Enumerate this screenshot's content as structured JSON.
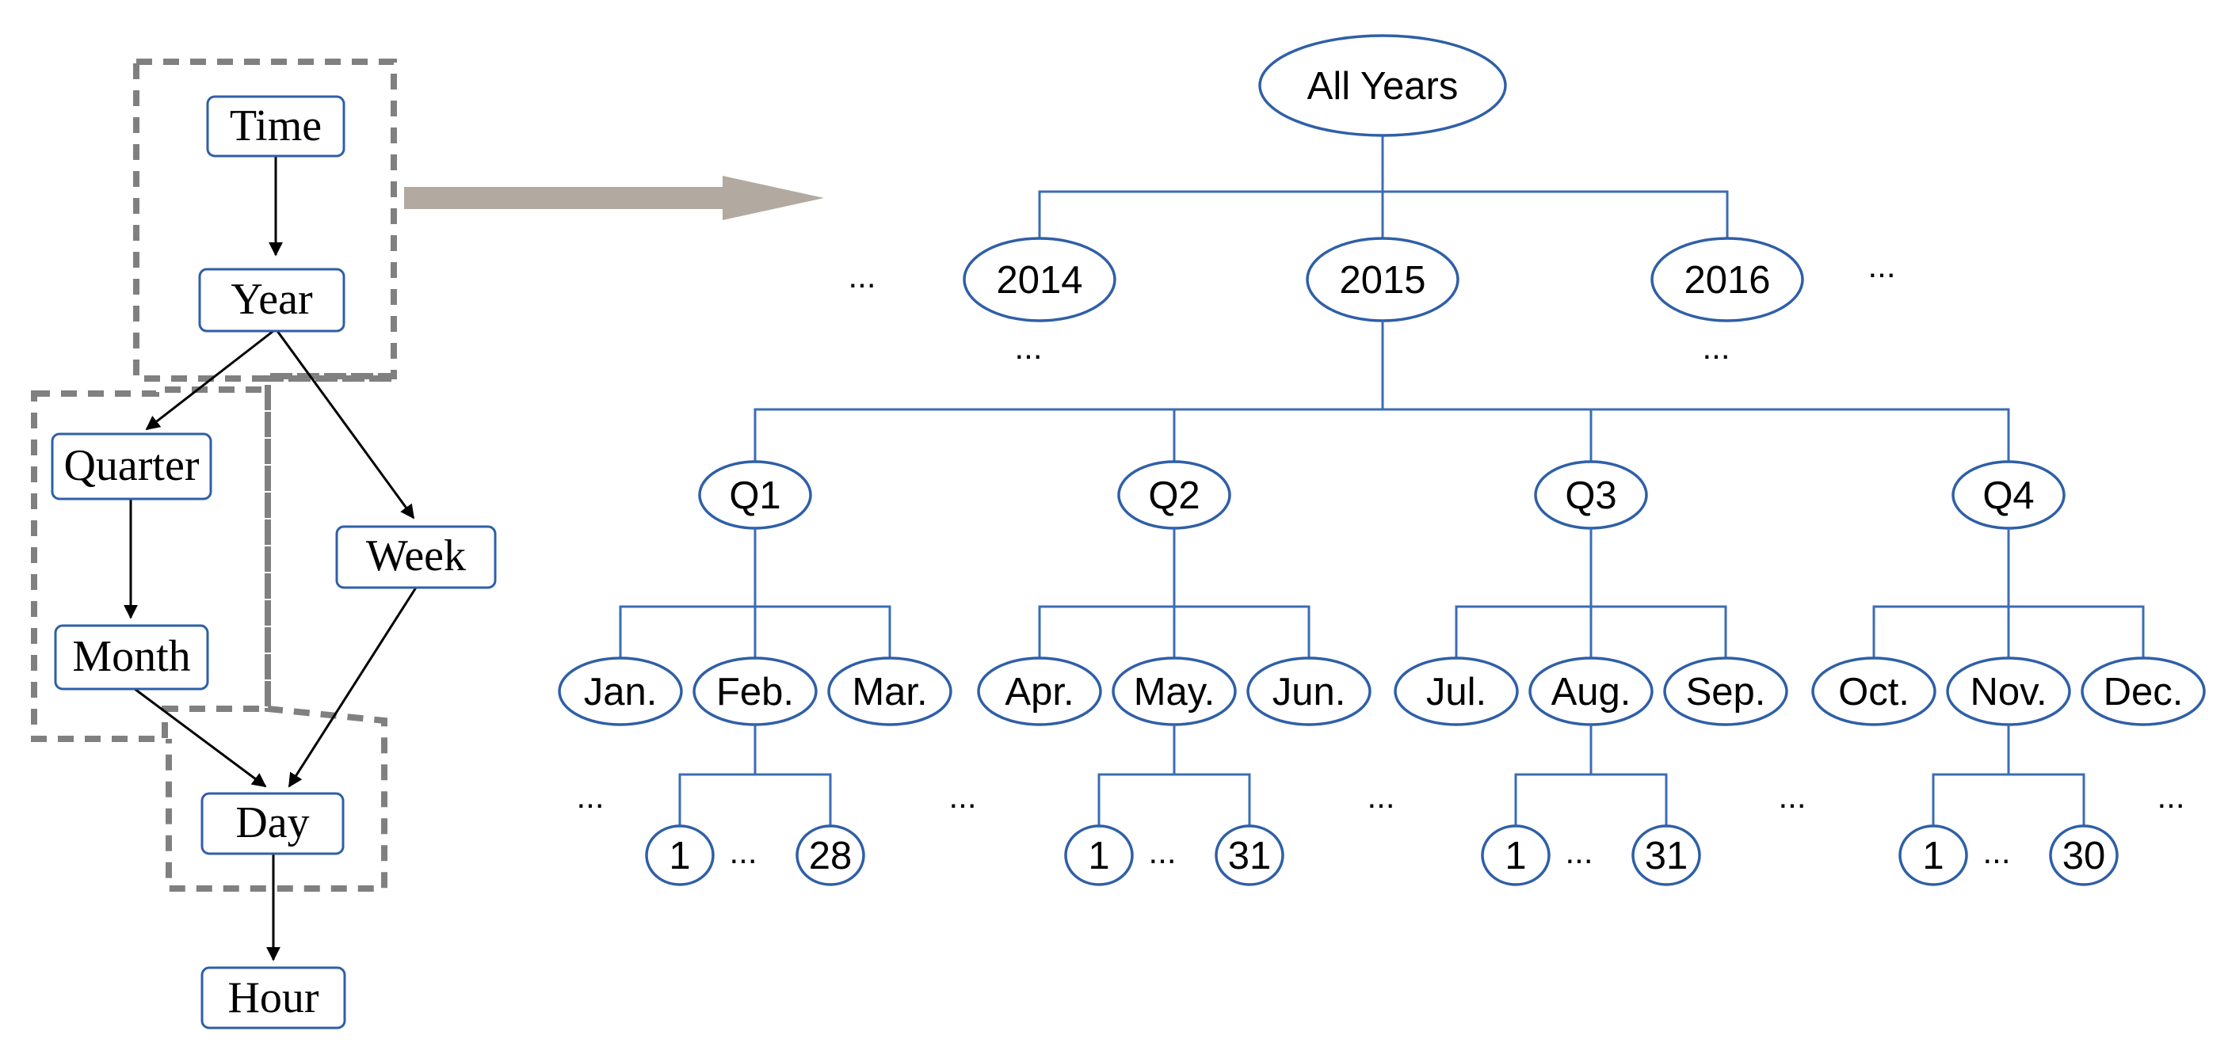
{
  "hierarchy": {
    "time": "Time",
    "year": "Year",
    "quarter": "Quarter",
    "week": "Week",
    "month": "Month",
    "day": "Day",
    "hour": "Hour"
  },
  "tree": {
    "root": "All Years",
    "years": [
      "2014",
      "2015",
      "2016"
    ],
    "quarters": [
      "Q1",
      "Q2",
      "Q3",
      "Q4"
    ],
    "months": [
      "Jan.",
      "Feb.",
      "Mar.",
      "Apr.",
      "May.",
      "Jun.",
      "Jul.",
      "Aug.",
      "Sep.",
      "Oct.",
      "Nov.",
      "Dec."
    ],
    "day_groups": [
      {
        "first": "1",
        "last": "28"
      },
      {
        "first": "1",
        "last": "31"
      },
      {
        "first": "1",
        "last": "31"
      },
      {
        "first": "1",
        "last": "30"
      }
    ],
    "ellipsis": "..."
  },
  "colors": {
    "node_stroke": "#2f5fa7",
    "edge_stroke": "#3b6db4",
    "dashed_group": "#808080",
    "arrow_fill": "#b2aaa0"
  }
}
